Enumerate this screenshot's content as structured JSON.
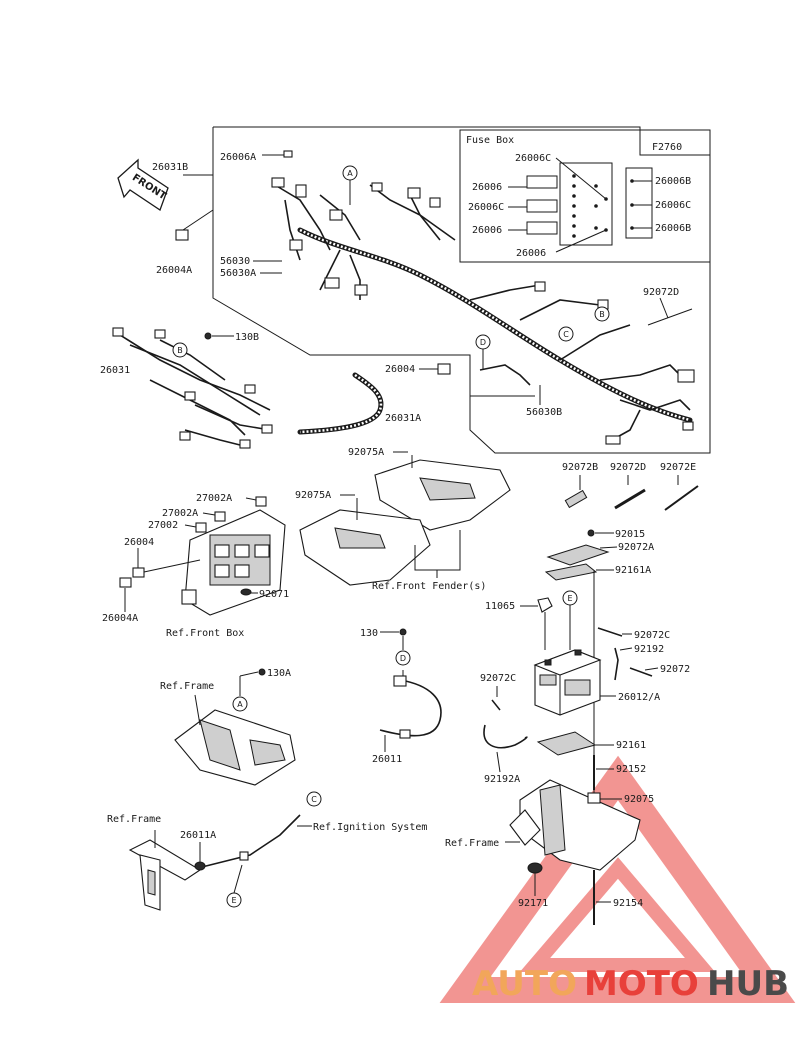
{
  "diagram_code": "F2760",
  "front_label": "FRONT",
  "fuse_box": {
    "title": "Fuse Box",
    "left_labels": [
      "26006C",
      "26006",
      "26006C",
      "26006",
      "26006"
    ],
    "right_labels": [
      "26006B",
      "26006C",
      "26006B"
    ]
  },
  "parts": {
    "p26031B": "26031B",
    "p26006A": "26006A",
    "p26004A_top": "26004A",
    "p56030": "56030",
    "p56030A": "56030A",
    "p92072D_top": "92072D",
    "p130B": "130B",
    "p26031": "26031",
    "p26004_mid": "26004",
    "p56030B": "56030B",
    "p26031A": "26031A",
    "p92075A_1": "92075A",
    "p92075A_2": "92075A",
    "p27002A_1": "27002A",
    "p27002A_2": "27002A",
    "p27002": "27002",
    "p26004_left": "26004",
    "p26004A_left": "26004A",
    "p92071": "92071",
    "p92072B": "92072B",
    "p92072D": "92072D",
    "p92072E": "92072E",
    "p92015": "92015",
    "p92072A": "92072A",
    "p92161A": "92161A",
    "p11065": "11065",
    "p130": "130",
    "p92072C_1": "92072C",
    "p92192": "92192",
    "p92072": "92072",
    "p92072C_2": "92072C",
    "p26012A": "26012/A",
    "p130A": "130A",
    "p26011": "26011",
    "p92161": "92161",
    "p92192A": "92192A",
    "p92152": "92152",
    "p92075": "92075",
    "p26011A": "26011A",
    "p92171": "92171",
    "p92154": "92154"
  },
  "refs": {
    "front_box": "Ref.Front Box",
    "front_fender": "Ref.Front Fender(s)",
    "frame_1": "Ref.Frame",
    "frame_2": "Ref.Frame",
    "frame_3": "Ref.Frame",
    "ignition": "Ref.Ignition System"
  },
  "callouts": {
    "A1": "A",
    "B1": "B",
    "B2": "B",
    "C1": "C",
    "D1": "D",
    "E1": "E",
    "D2": "D",
    "A2": "A",
    "C2": "C",
    "E2": "E"
  },
  "watermark": {
    "part1": "AUTO",
    "part2": "MOTO",
    "part3": "HUB",
    "color1": "#f2a65a",
    "color2": "#e8403a",
    "color3": "#4a4a4a"
  }
}
